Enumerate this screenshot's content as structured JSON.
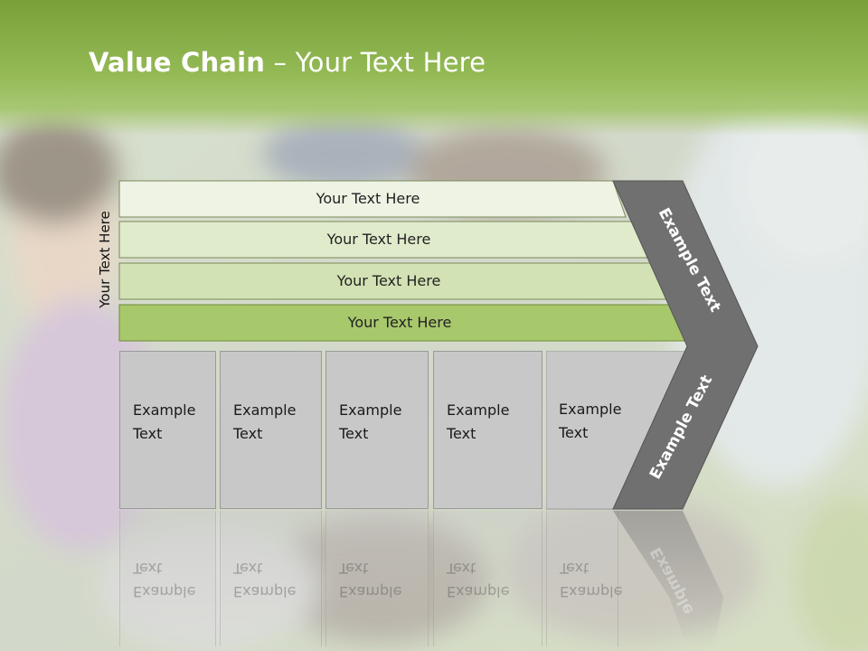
{
  "slide": {
    "title_bold": "Value Chain",
    "title_rest": " – Your Text Here",
    "vertical_label": "Your Text Here"
  },
  "rows": [
    {
      "label": "Your Text Here",
      "fill": "#eef3e4"
    },
    {
      "label": "Your Text Here",
      "fill": "#e0ebcc"
    },
    {
      "label": "Your Text Here",
      "fill": "#d2e2b4"
    },
    {
      "label": "Your Text Here",
      "fill": "#a8c86c"
    }
  ],
  "columns": [
    {
      "label": "Example\nText"
    },
    {
      "label": "Example\nText"
    },
    {
      "label": "Example\nText"
    },
    {
      "label": "Example\nText"
    },
    {
      "label": "Example\nText"
    }
  ],
  "chevron": {
    "top_label": "Example Text",
    "bottom_label": "Example Text",
    "reflection_label": "Example",
    "fill": "#707070"
  },
  "colors": {
    "header": "#8fb54e",
    "row_border": "#7a8a5a",
    "column_fill": "#c8c8c8"
  }
}
